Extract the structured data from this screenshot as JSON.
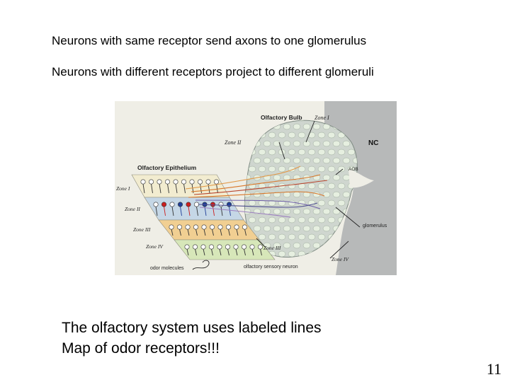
{
  "slide": {
    "heading_1": "Neurons with same receptor send axons to one glomerulus",
    "heading_2": "Neurons with different receptors project to different glomeruli",
    "caption_1": "The olfactory system uses labeled lines",
    "caption_2": "Map of odor receptors!!!",
    "page_number": "11"
  },
  "figure": {
    "bulb_label": "Olfactory Bulb",
    "nc_label": "NC",
    "aob_label": "AOB",
    "epithelium_label": "Olfactory Epithelium",
    "glomerulus_label": "glomerulus",
    "odor_label": "odor molecules",
    "sensory_label": "olfactory sensory neuron",
    "zones": {
      "zone_1": "Zone I",
      "zone_2": "Zone II",
      "zone_3": "Zone III",
      "zone_4": "Zone IV"
    },
    "bulb_zones": {
      "zone_1": "Zone I",
      "zone_2": "Zone II",
      "zone_3": "Zone III",
      "zone_4": "Zone IV"
    },
    "colors": {
      "background": "#efeee6",
      "nc_region": "#b7b9b9",
      "bulb": "#cfd6cf",
      "band_zone_1": "#f2ecd0",
      "band_zone_2": "#c5d7e6",
      "band_zone_3": "#f1cf92",
      "band_zone_4": "#d7e7b9",
      "neuron_red": "#cc1f1f",
      "neuron_blue": "#1f3f99",
      "axon_orange": "#d9772a"
    }
  }
}
